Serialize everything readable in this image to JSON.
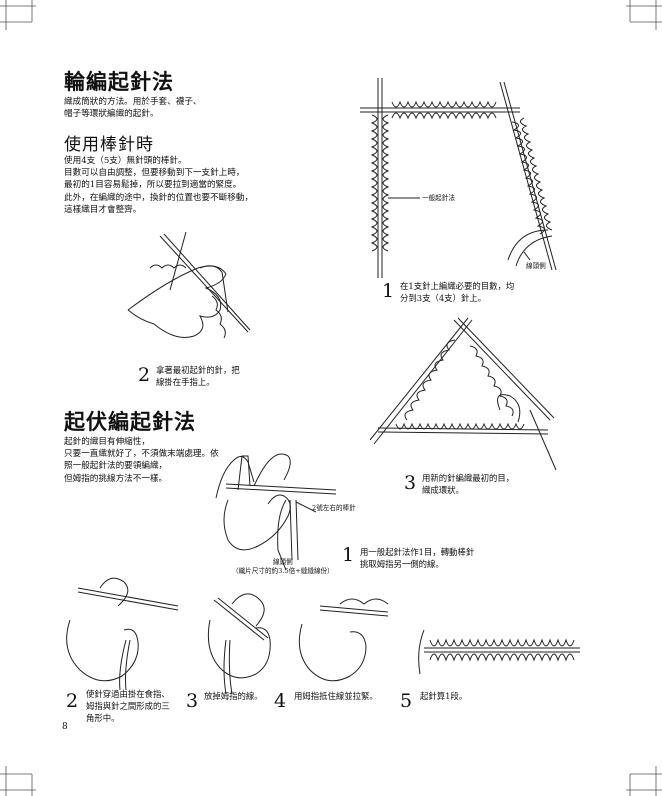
{
  "section1": {
    "title": "輪編起針法",
    "intro": "織成筒狀的方法。用於手套、襪子、\n帽子等環狀編織的起針。"
  },
  "section2": {
    "title": "使用棒針時",
    "body": "使用4支（5支）無針頭的棒針。\n目數可以自由調整，但要移動到下一支針上時，\n最初的1目容易鬆掉，所以要拉到適當的緊度。\n此外，在編織的途中，換針的位置也要不斷移動，\n這樣織目才會整齊。"
  },
  "section3": {
    "title": "起伏編起針法",
    "body": "起針的織目有伸縮性，\n只要一直織就好了，不須做末端處理。依\n照一般起針法的要領編織，\n但姆指的挑線方法不一樣。"
  },
  "steps_top": [
    {
      "num": "1",
      "text": "在1支針上編織必要的目數，均\n分到3支（4支）針上。"
    },
    {
      "num": "2",
      "text": "拿著最初起針的針，把\n線掛在手指上。"
    },
    {
      "num": "3",
      "text": "用新的針編織最初的目，\n織成環狀。"
    }
  ],
  "steps_bottom": [
    {
      "num": "1",
      "text": "用一般起針法作1目，轉動棒針\n挑取姆指另一側的線。"
    },
    {
      "num": "2",
      "text": "使針穿過由掛在食指、\n姆指與針之間形成的三\n角形中。"
    },
    {
      "num": "3",
      "text": "放掉姆指的線。"
    },
    {
      "num": "4",
      "text": "用姆指抵住線並拉緊。"
    },
    {
      "num": "5",
      "text": "起針算1段。"
    }
  ],
  "labels": {
    "normal_cast_on": "一般起針法",
    "yarn_end_top": "線頭側",
    "two_needles": "2號左右的棒針",
    "yarn_end_bottom": "線頭側\n（織片尺寸的約3.5倍+縫縫線份）"
  },
  "page_number": "8"
}
